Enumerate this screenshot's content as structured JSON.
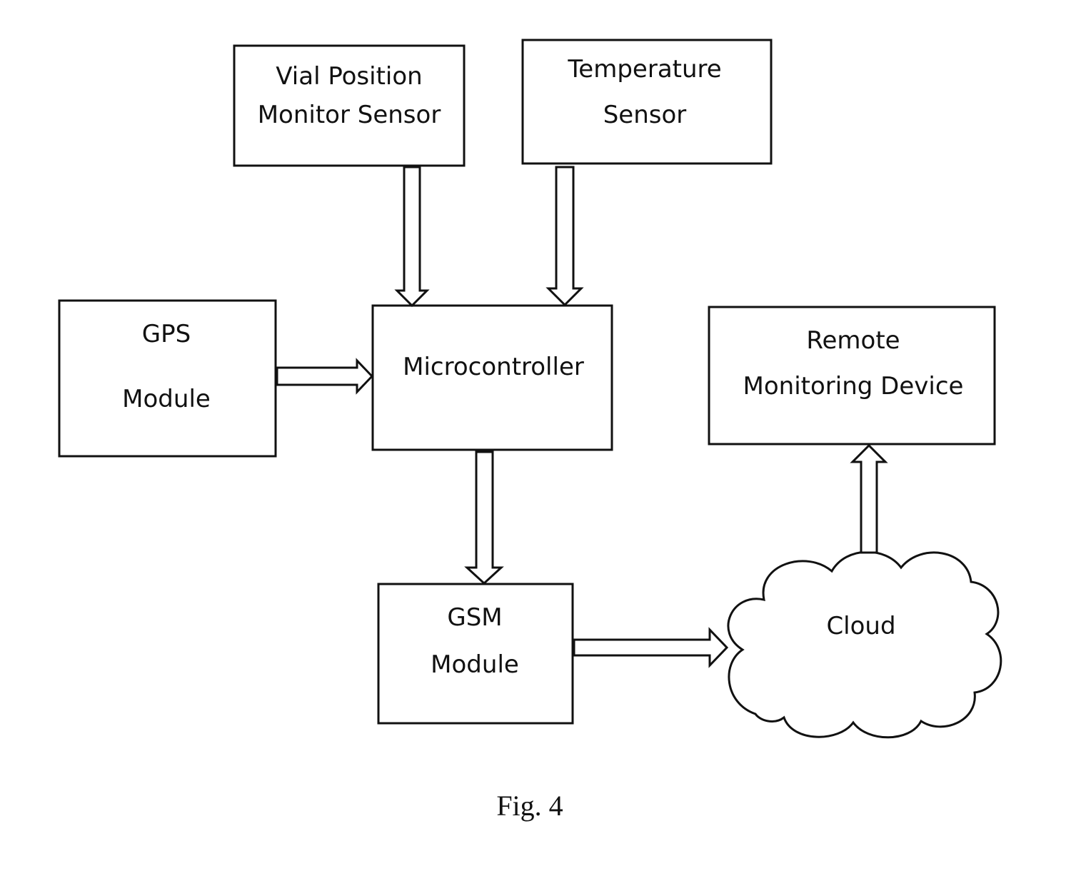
{
  "blocks": {
    "vial_sensor": {
      "line1": "Vial Position",
      "line2": "Monitor Sensor"
    },
    "temp_sensor": {
      "line1": "Temperature",
      "line2": "Sensor"
    },
    "gps": {
      "line1": "GPS",
      "line2": "Module"
    },
    "microcontroller": {
      "label": "Microcontroller"
    },
    "remote": {
      "line1": "Remote",
      "line2": "Monitoring Device"
    },
    "gsm": {
      "line1": "GSM",
      "line2": "Module"
    },
    "cloud": {
      "label": "Cloud"
    }
  },
  "caption": "Fig. 4"
}
